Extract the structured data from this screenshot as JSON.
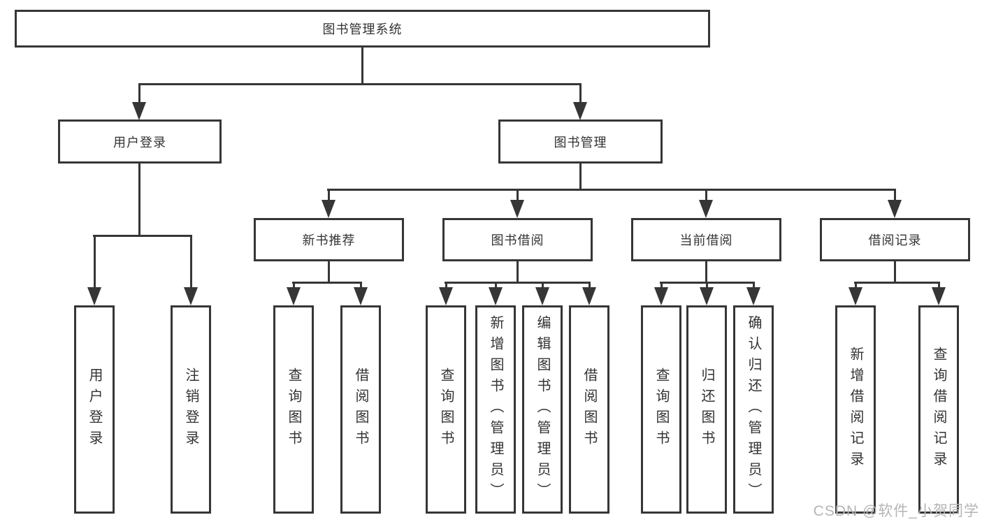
{
  "tree": {
    "label": "图书管理系统",
    "children": [
      {
        "label": "用户登录",
        "children": [
          {
            "label": "用户登录"
          },
          {
            "label": "注销登录"
          }
        ]
      },
      {
        "label": "图书管理",
        "children": [
          {
            "label": "新书推荐",
            "children": [
              {
                "label": "查询图书"
              },
              {
                "label": "借阅图书"
              }
            ]
          },
          {
            "label": "图书借阅",
            "children": [
              {
                "label": "查询图书"
              },
              {
                "label": "新增图书（管理员）"
              },
              {
                "label": "编辑图书（管理员）"
              },
              {
                "label": "借阅图书"
              }
            ]
          },
          {
            "label": "当前借阅",
            "children": [
              {
                "label": "查询图书"
              },
              {
                "label": "归还图书"
              },
              {
                "label": "确认归还（管理员）"
              }
            ]
          },
          {
            "label": "借阅记录",
            "children": [
              {
                "label": "新增借阅记录"
              },
              {
                "label": "查询借阅记录"
              }
            ]
          }
        ]
      }
    ]
  },
  "watermark": "CSDN @软件_小贺同学",
  "colors": {
    "line": "#363636",
    "box_border": "#363636",
    "box_fill": "#ffffff",
    "text": "#333333",
    "watermark": "#b5b5b5",
    "background": "#ffffff"
  }
}
